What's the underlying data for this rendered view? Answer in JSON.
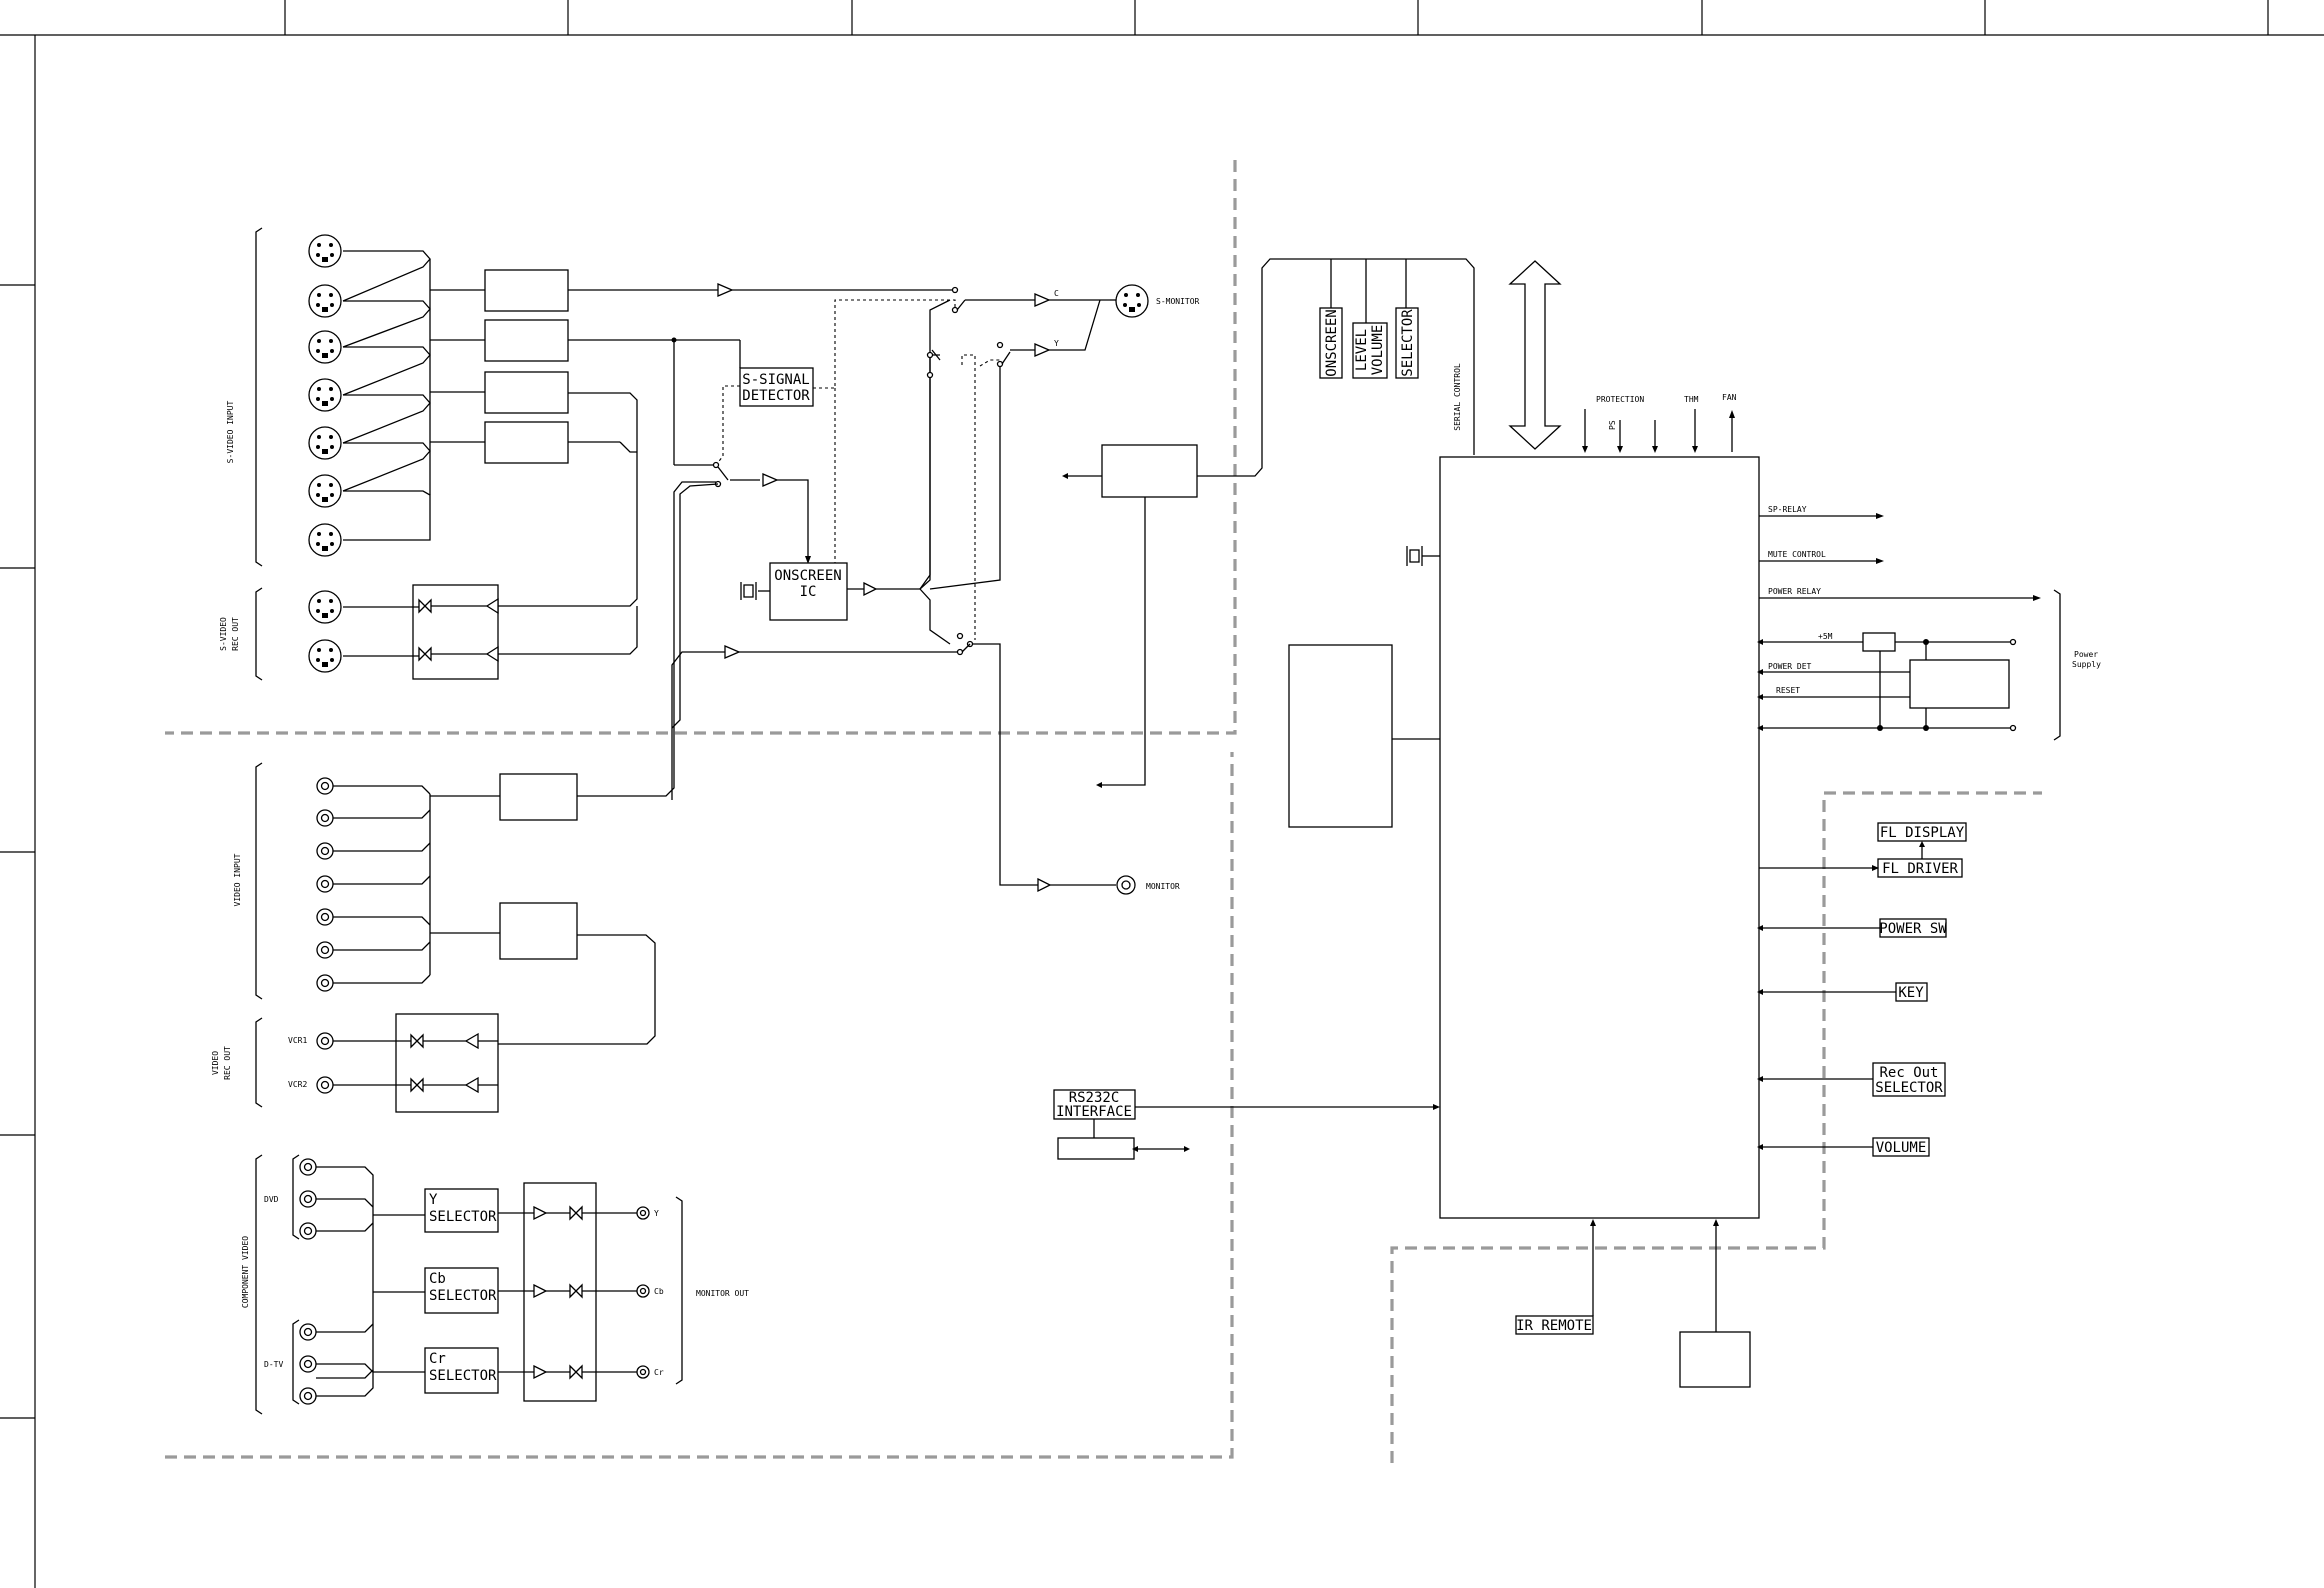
{
  "labels": {
    "s_video_input": "S-VIDEO INPUT",
    "s_video_rec_out_1": "S-VIDEO",
    "s_video_rec_out_2": "REC OUT",
    "video_input": "VIDEO INPUT",
    "video_rec_out_1": "VIDEO",
    "video_rec_out_2": "REC OUT",
    "vcr1": "VCR1",
    "vcr2": "VCR2",
    "component_video": "COMPONENT VIDEO",
    "dvd": "DVD",
    "dtv": "D-TV",
    "y": "Y",
    "cb": "Cb",
    "cr": "Cr",
    "monitor_out": "MONITOR OUT",
    "s_monitor": "S-MONITOR",
    "monitor": "MONITOR",
    "c": "C",
    "y_small": "Y",
    "serial_control": "SERIAL CONTROL",
    "protection": "PROTECTION",
    "ps": "PS",
    "thm": "THM",
    "fan": "FAN",
    "sp_relay": "SP-RELAY",
    "mute_control": "MUTE CONTROL",
    "power_relay": "POWER RELAY",
    "plus5m": "+5M",
    "power_det": "POWER DET",
    "reset": "RESET",
    "power_supply_1": "Power",
    "power_supply_2": "Supply"
  },
  "blocks": {
    "s_signal_1": "S-SIGNAL",
    "s_signal_2": "DETECTOR",
    "onscreen_ic_1": "ONSCREEN",
    "onscreen_ic_2": "IC",
    "onscreen_v": "ONSCREEN",
    "level_1": "LEVEL",
    "level_2": "VOLUME",
    "selector_v": "SELECTOR",
    "y_sel_1": "Y",
    "y_sel_2": "SELECTOR",
    "cb_sel_1": "Cb",
    "cb_sel_2": "SELECTOR",
    "cr_sel_1": "Cr",
    "cr_sel_2": "SELECTOR",
    "rs232c_1": "RS232C",
    "rs232c_2": "INTERFACE",
    "fl_display": "FL DISPLAY",
    "fl_driver": "FL DRIVER",
    "power_sw": "POWER SW",
    "key": "KEY",
    "rec_out_1": "Rec Out",
    "rec_out_2": "SELECTOR",
    "volume": "VOLUME",
    "ir_remote": "IR REMOTE"
  }
}
